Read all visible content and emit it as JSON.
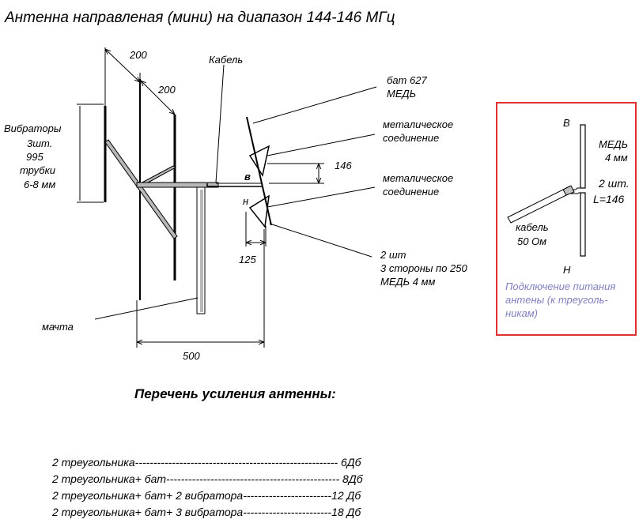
{
  "title": "Антенна направленая (мини) на диапазон 144-146 МГц",
  "dimensions": {
    "spacing_1": "200",
    "spacing_2": "200",
    "triangle_gap": "146",
    "triangle_offset": "125",
    "boom_length": "500"
  },
  "labels": {
    "cable": "Кабель",
    "vibrators": [
      "Вибраторы",
      "3шт.",
      "995",
      "трубки",
      "6-8 мм"
    ],
    "bat": [
      "бат  627",
      "МЕДЬ"
    ],
    "metal_joint_1": [
      "металическое",
      "соединение"
    ],
    "metal_joint_2": [
      "металическое",
      "соединение"
    ],
    "top_marker": "в",
    "bottom_marker": "н",
    "triangles": [
      "2  шт",
      "3 стороны  по  250",
      "МЕДЬ  4 мм"
    ],
    "mast": "мачта"
  },
  "inset": {
    "top": "В",
    "bottom": "Н",
    "copper": [
      "МЕДЬ",
      "4 мм"
    ],
    "count": [
      "2 шт.",
      "L=146"
    ],
    "cable": [
      "кабель",
      "50 Ом"
    ],
    "note": [
      "Подключение питания",
      "антены (к треуголь-",
      "никам)"
    ],
    "frame_color": "#e03030",
    "note_color": "#8080c0"
  },
  "gain": {
    "heading": "Перечень  усиления  антенны:",
    "rows": [
      "2  треугольника------------------------------------------------------- 6Дб",
      "2 треугольника+ бат----------------------------------------------- 8Дб",
      "2 треугольника+ бат+ 2 вибратора------------------------12 Дб",
      "2 треугольника+ бат+ 3 вибратора------------------------18 Дб"
    ]
  }
}
